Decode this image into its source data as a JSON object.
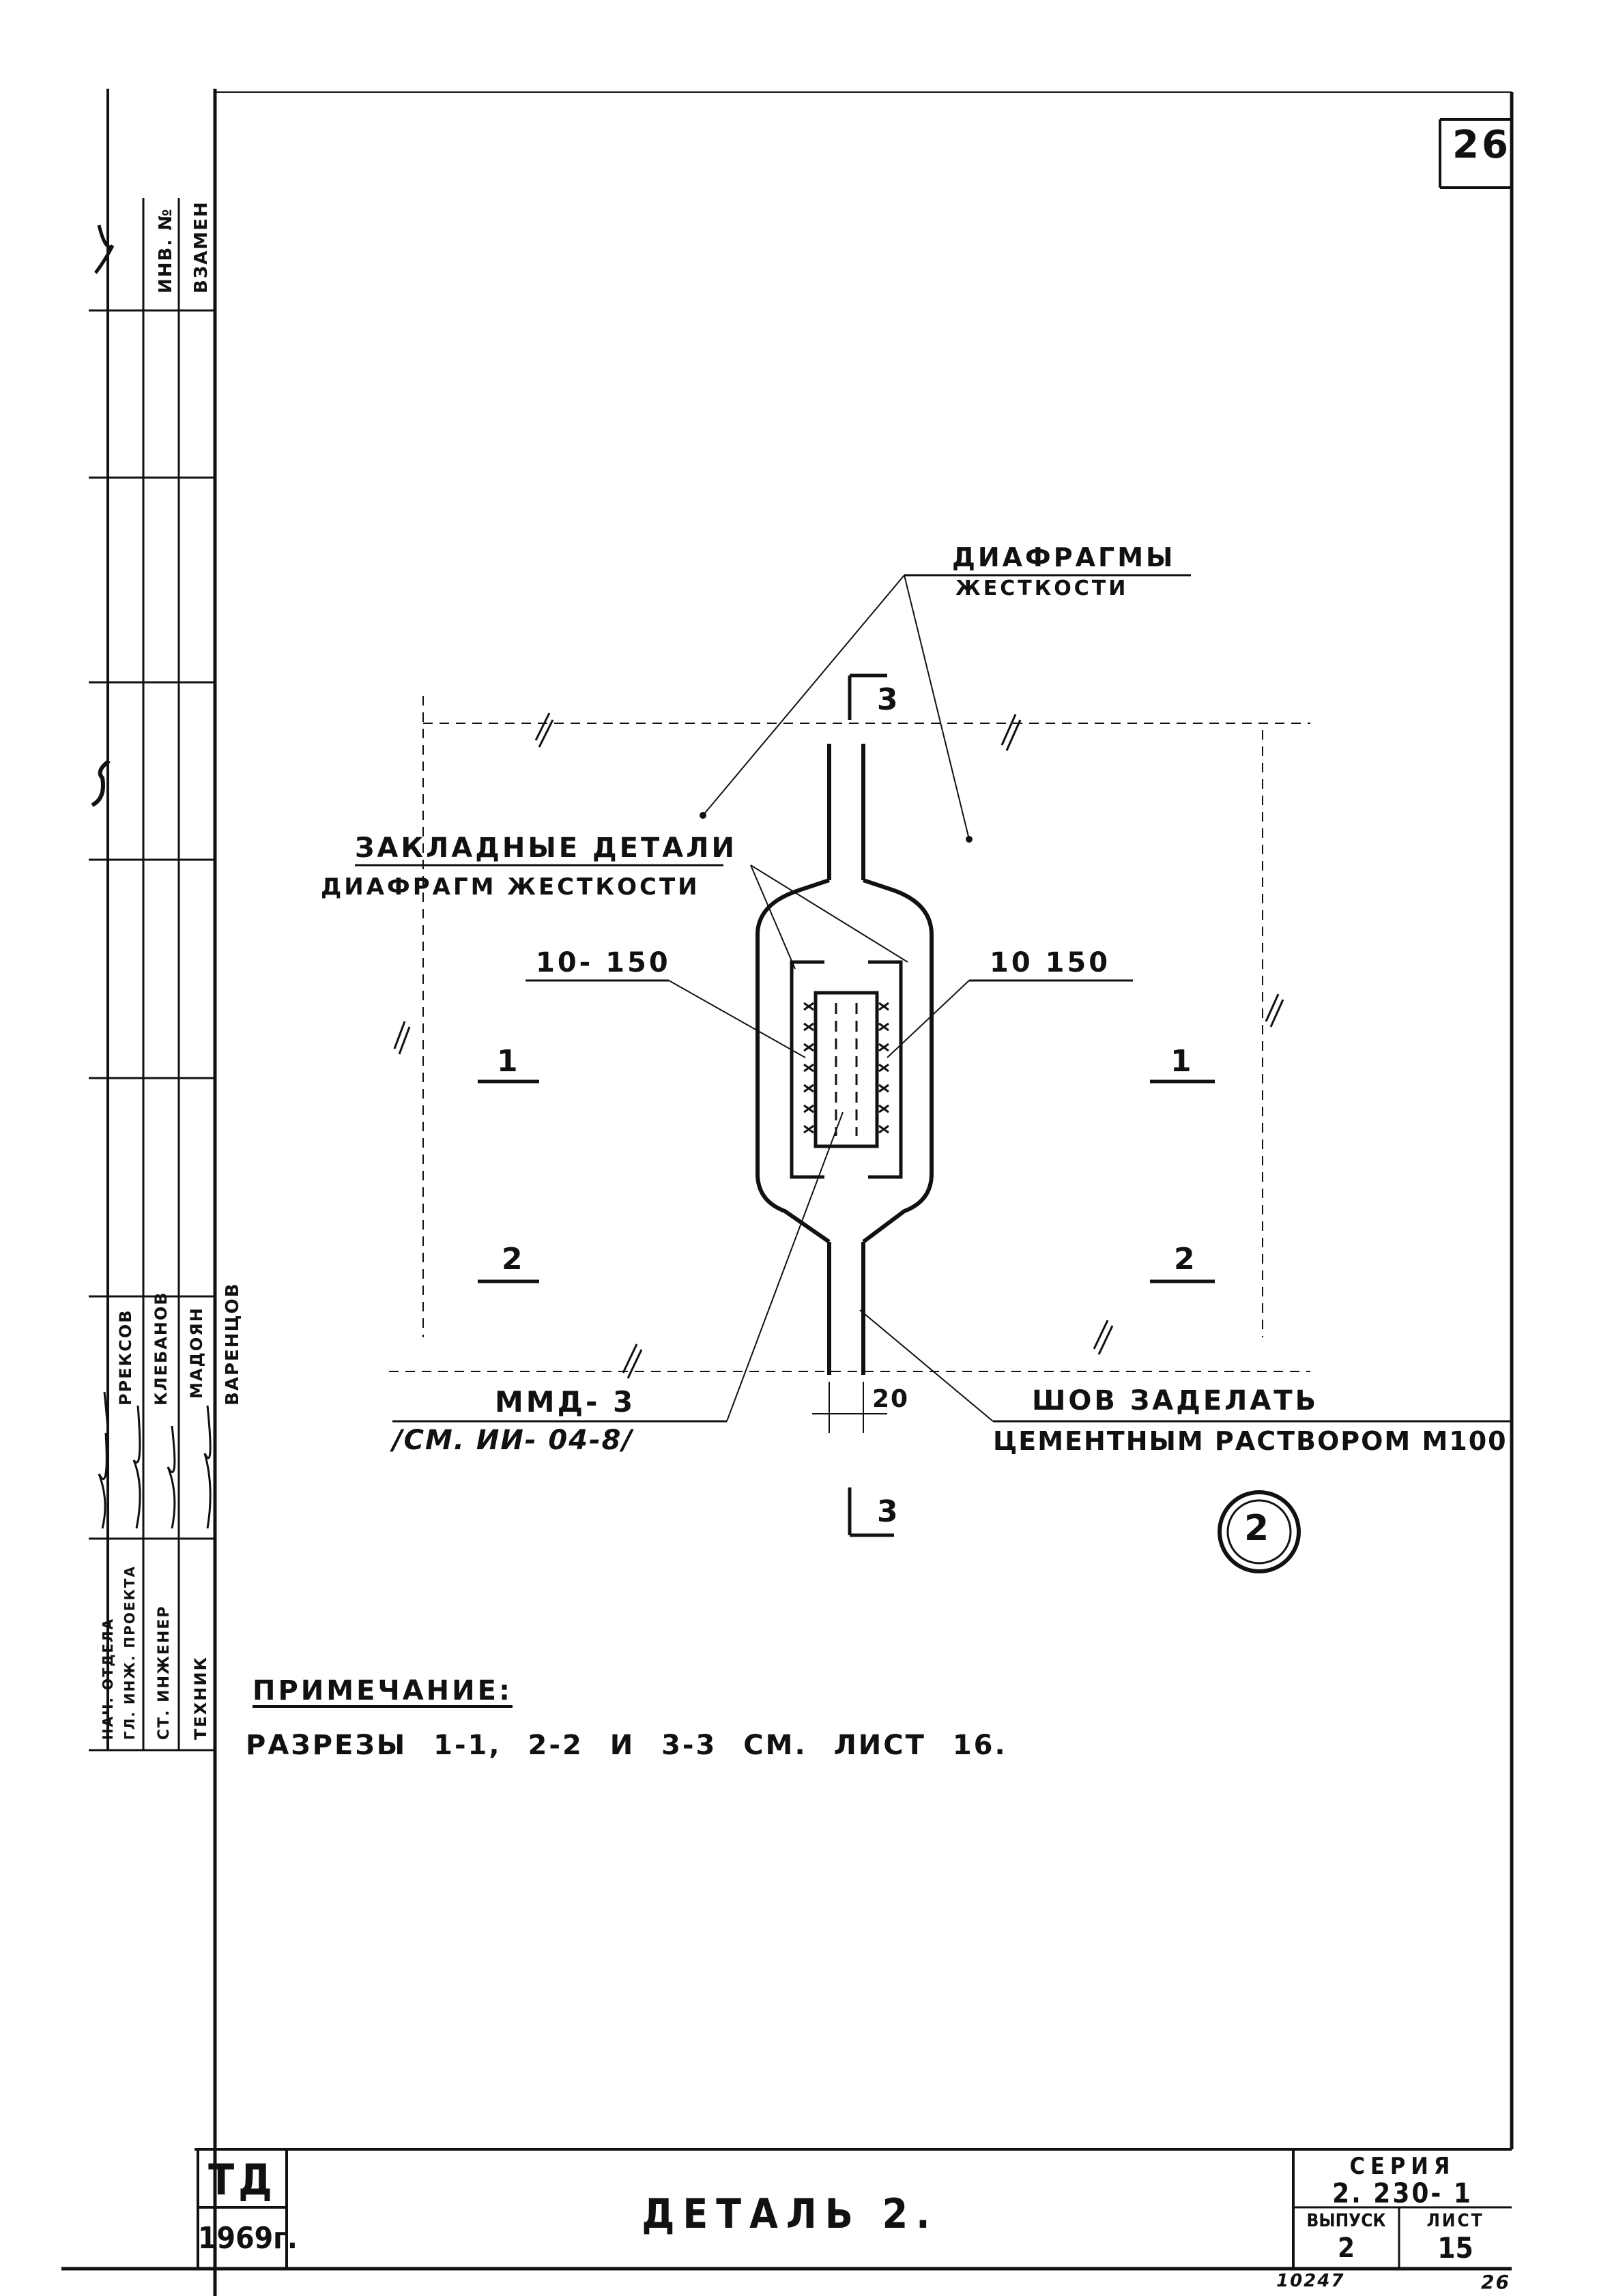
{
  "sheet": {
    "page_number": "26",
    "bottom_page_number": "26",
    "archive_number": "10247"
  },
  "drawing": {
    "label_diaphragms_line1": "ДИАФРАГМЫ",
    "label_diaphragms_line2": "ЖЕСТКОСТИ",
    "label_embedded_line1": "ЗАКЛАДНЫЕ ДЕТАЛИ",
    "label_embedded_line2": "ДИАФРАГМ ЖЕСТКОСТИ",
    "weld_left": "10- 150",
    "weld_right": "10 150",
    "section_1_left": "1",
    "section_1_right": "1",
    "section_2_left": "2",
    "section_2_right": "2",
    "section_3_top": "3",
    "section_3_bottom": "3",
    "dimension_gap": "20",
    "mmd_line1": "ММД- 3",
    "mmd_line2": "/СМ. ИИ- 04-8/",
    "seam_line1": "ШОВ ЗАДЕЛАТЬ",
    "seam_line2": "ЦЕМЕНТНЫМ РАСТВОРОМ М100",
    "detail_marker": "2"
  },
  "note": {
    "heading": "ПРИМЕЧАНИЕ:",
    "text": "РАЗРЕЗЫ 1-1, 2-2 И 3-3 СМ. ЛИСТ 16."
  },
  "side_stamp": {
    "inv_label": "ИНВ. №",
    "replace_label": "ВЗАМЕН",
    "role_1": "НАЧ. ОТДЕЛА",
    "role_2": "ГЛ. ИНЖ. ПРОЕКТА",
    "role_3": "СТ. ИНЖЕНЕР",
    "role_4": "ТЕХНИК",
    "name_1": "РРЕКСОВ",
    "name_2": "КЛЕБАНОВ",
    "name_3": "МАДОЯН",
    "name_4": "ВАРЕНЦОВ"
  },
  "title_block": {
    "org": "ТД",
    "year": "1969г.",
    "title": "ДЕТАЛЬ 2.",
    "series_label": "СЕРИЯ",
    "series_value": "2. 230- 1",
    "issue_label": "ВЫПУСК",
    "issue_value": "2",
    "sheet_label": "ЛИСТ",
    "sheet_value": "15"
  }
}
